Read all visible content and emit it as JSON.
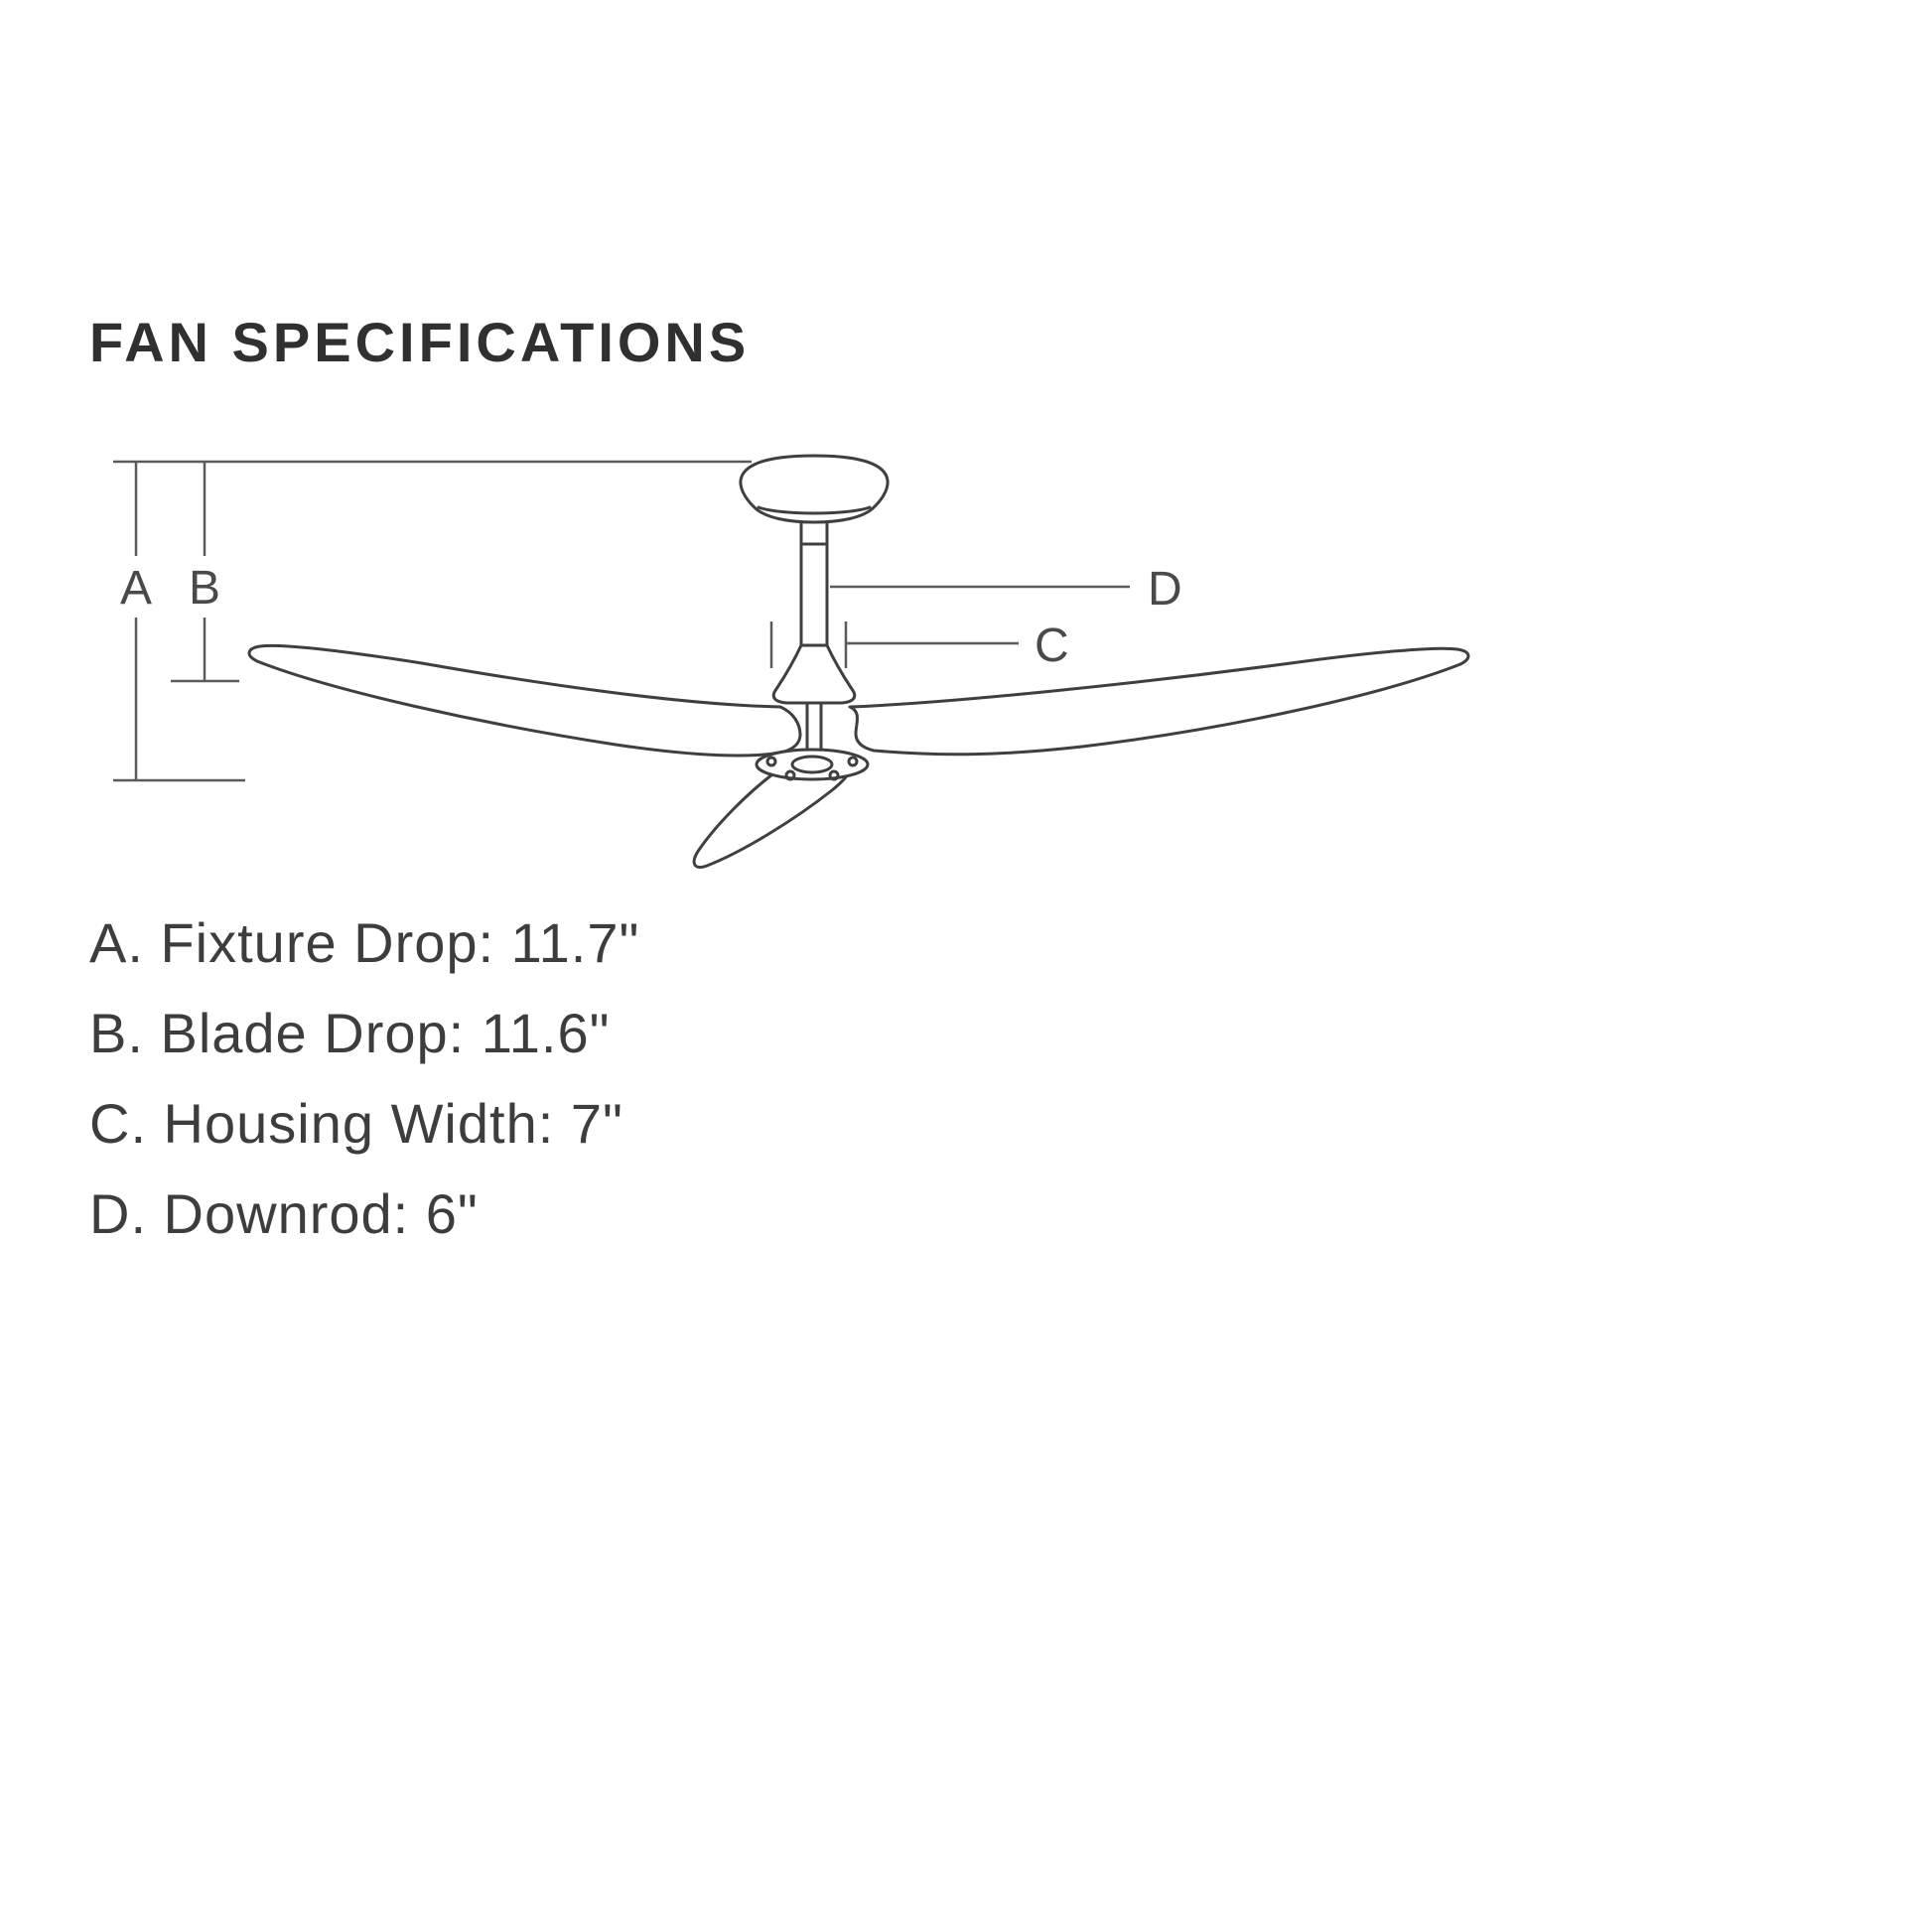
{
  "title": "FAN SPECIFICATIONS",
  "diagram": {
    "label_a": "A",
    "label_b": "B",
    "label_c": "C",
    "label_d": "D"
  },
  "specs": [
    "A. Fixture Drop: 11.7\"",
    "B. Blade Drop: 11.6\"",
    "C. Housing Width: 7\"",
    "D. Downrod: 6\""
  ],
  "colors": {
    "ink": "#3f3f3f",
    "dimension_line": "#5a5a5a",
    "background": "#ffffff"
  }
}
